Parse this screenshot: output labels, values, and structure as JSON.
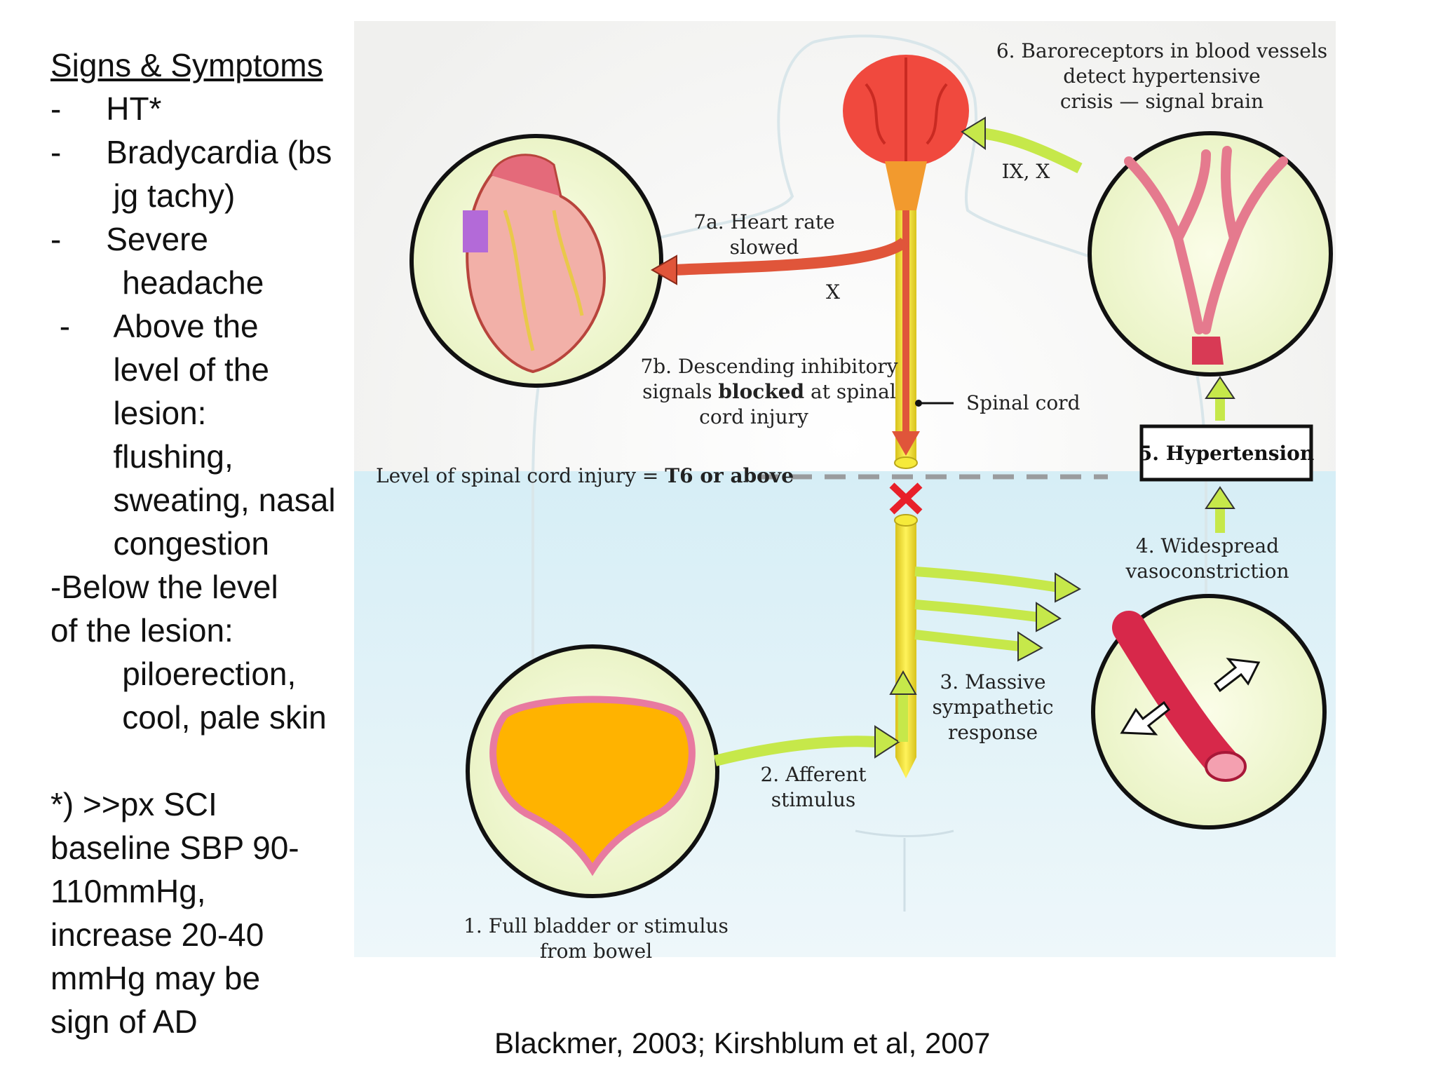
{
  "sidebar": {
    "title": "Signs & Symptoms",
    "lines": [
      "-     HT*",
      "-     Bradycardia (bs",
      "       jg tachy)",
      "-     Severe",
      "        headache",
      " -     Above the",
      "       level of the",
      "       lesion:",
      "       flushing,",
      "       sweating, nasal",
      "       congestion",
      "-Below the level",
      "of the lesion:",
      "        piloerection,",
      "        cool, pale skin"
    ],
    "footnote": [
      "*) >>px SCI",
      "baseline SBP 90-",
      "110mmHg,",
      "increase 20-40",
      "mmHg may be",
      "sign of AD"
    ]
  },
  "diagram": {
    "step6": [
      "6. Baroreceptors in blood vessels",
      "detect hypertensive",
      "crisis — signal brain"
    ],
    "cranial_nerves": "IX, X",
    "step7a": [
      "7a. Heart rate",
      "slowed"
    ],
    "vagus_x": "X",
    "step7b": [
      "7b. Descending inhibitory",
      "signals",
      "blocked",
      "at spinal",
      "cord injury"
    ],
    "spinal_cord": "Spinal cord",
    "injury_level_prefix": "Level of spinal cord injury = ",
    "injury_level_bold": "T6 or above",
    "step5": "5. Hypertension",
    "step4": [
      "4. Widespread",
      "vasoconstriction"
    ],
    "step3": [
      "3. Massive",
      "sympathetic",
      "response"
    ],
    "step2": [
      "2. Afferent",
      "stimulus"
    ],
    "step1": [
      "1. Full bladder or stimulus",
      "from bowel"
    ]
  },
  "citation": "Blackmer, 2003; Kirshblum et al, 2007",
  "colors": {
    "arrow_green": "#c6e84a",
    "arrow_red": "#e0553a",
    "cord_yellow": "#f2ea3a",
    "brain_red": "#f0493e",
    "bladder_orange": "#ffb300",
    "injury_x": "#e8202a"
  }
}
